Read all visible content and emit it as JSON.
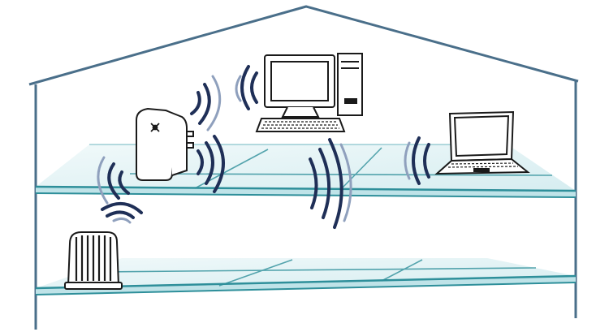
{
  "diagram": {
    "colors": {
      "house_outline": "#4a6f8a",
      "floor_edge": "#2e8f9a",
      "floor_fill": "#d9f0f2",
      "floor_fill_light": "#eef8f9",
      "device_stroke": "#1a1a1a",
      "device_fill": "#ffffff",
      "signal_dark": "#1f2f57",
      "signal_light": "#8fa0bd"
    },
    "components": [
      {
        "name": "router",
        "icon": "router-icon"
      },
      {
        "name": "range-extender",
        "icon": "wifi-extender-icon"
      },
      {
        "name": "desktop-computer",
        "icon": "desktop-computer-icon"
      },
      {
        "name": "laptop",
        "icon": "laptop-icon"
      }
    ],
    "signals": [
      {
        "from": "router",
        "icon": "wifi-signal-icon"
      },
      {
        "from": "range-extender",
        "icon": "wifi-signal-icon"
      },
      {
        "from": "desktop-computer",
        "icon": "wifi-signal-icon"
      },
      {
        "from": "laptop",
        "icon": "wifi-signal-icon"
      }
    ]
  }
}
